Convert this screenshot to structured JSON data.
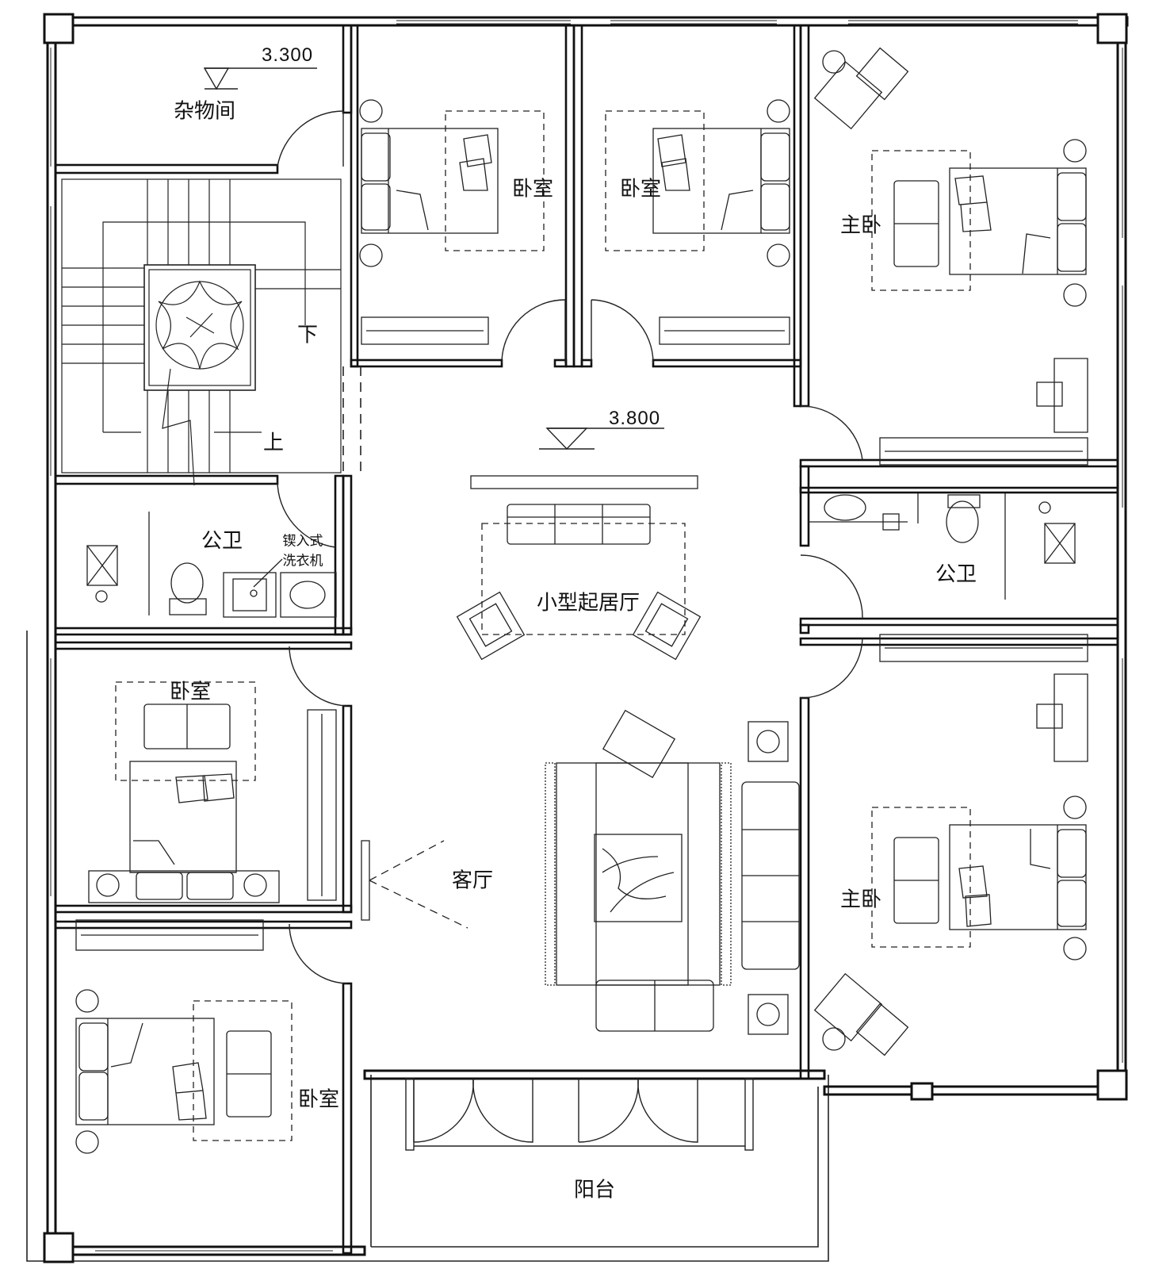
{
  "rooms": {
    "storage": "杂物间",
    "bedroom_1": "卧室",
    "bedroom_2": "卧室",
    "bedroom_3": "卧室",
    "bedroom_4": "卧室",
    "master_1": "主卧",
    "master_2": "主卧",
    "bath_left": "公卫",
    "bath_right": "公卫",
    "washer_line1": "锲入式",
    "washer_line2": "洗衣机",
    "lounge": "小型起居厅",
    "living": "客厅",
    "balcony": "阳台"
  },
  "stairs": {
    "down": "下",
    "up": "上"
  },
  "levels": {
    "storage_level": "3.300",
    "hall_level": "3.800"
  },
  "colors": {
    "wall": "#111111",
    "line": "#222222",
    "background": "#ffffff"
  }
}
